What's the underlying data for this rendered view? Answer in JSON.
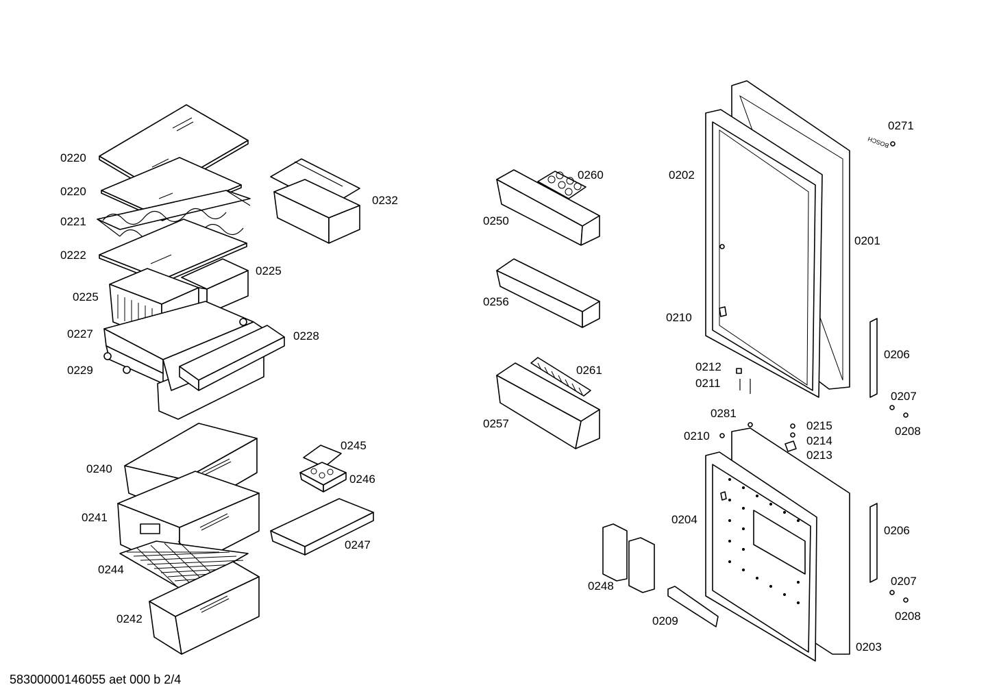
{
  "labels": {
    "p0220a": "0220",
    "p0220b": "0220",
    "p0221": "0221",
    "p0222": "0222",
    "p0225a": "0225",
    "p0225b": "0225",
    "p0227": "0227",
    "p0228": "0228",
    "p0229": "0229",
    "p0232": "0232",
    "p0240": "0240",
    "p0241": "0241",
    "p0244": "0244",
    "p0242": "0242",
    "p0245": "0245",
    "p0246": "0246",
    "p0247": "0247",
    "p0260": "0260",
    "p0250": "0250",
    "p0256": "0256",
    "p0261": "0261",
    "p0257": "0257",
    "p0202": "0202",
    "p0201": "0201",
    "p0210a": "0210",
    "p0212": "0212",
    "p0211": "0211",
    "p0206a": "0206",
    "p0207a": "0207",
    "p0208a": "0208",
    "p0281": "0281",
    "p0215": "0215",
    "p0214": "0214",
    "p0210b": "0210",
    "p0213": "0213",
    "p0204": "0204",
    "p0206b": "0206",
    "p0207b": "0207",
    "p0208b": "0208",
    "p0248": "0248",
    "p0209": "0209",
    "p0203": "0203",
    "p0271": "0271"
  },
  "brand_emblem": "BOSCH",
  "footer": "58300000146055 aet 000 b 2/4"
}
